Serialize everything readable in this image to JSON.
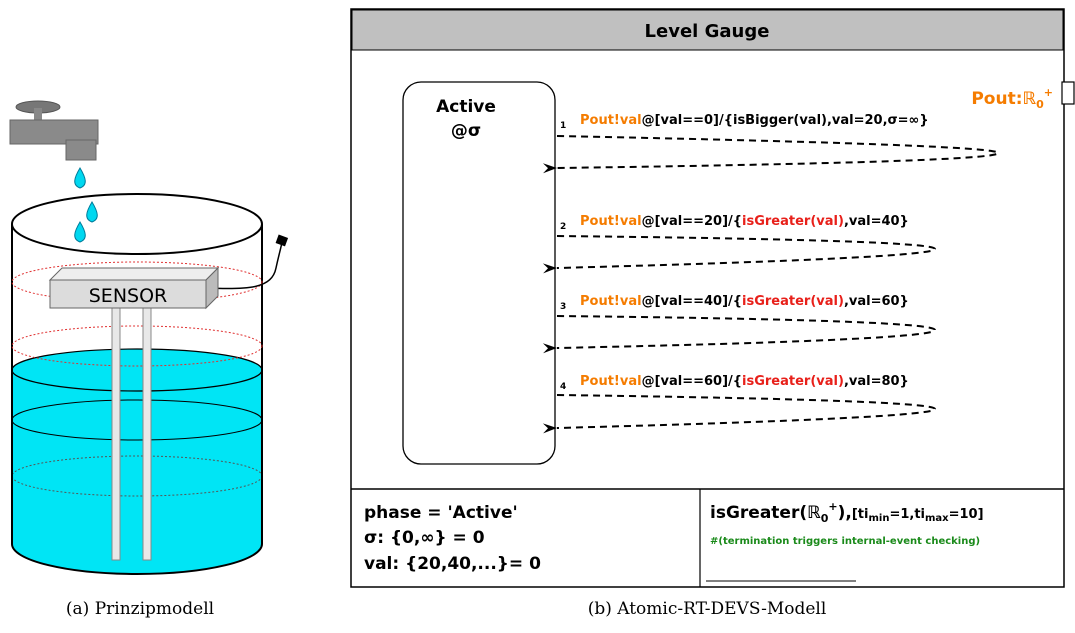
{
  "figure_a": {
    "sensor_label": "SENSOR",
    "caption": "(a) Prinzipmodell"
  },
  "figure_b": {
    "title": "Level Gauge",
    "port_label": "Pout:",
    "port_type": "ℝ",
    "port_sub": "0",
    "port_sup": "+",
    "state_name": "Active",
    "state_sigma": "@σ",
    "transitions": [
      {
        "num": "1",
        "out": "Pout!val",
        "guard": "@[val==0]/{isBigger(val),val=20,σ=∞}",
        "func": "",
        "rest": ""
      },
      {
        "num": "2",
        "out": "Pout!val",
        "guard": "@[val==20]/{",
        "func": "isGreater(val)",
        "rest": ",val=40}"
      },
      {
        "num": "3",
        "out": "Pout!val",
        "guard": "@[val==40]/{",
        "func": "isGreater(val)",
        "rest": ",val=60}"
      },
      {
        "num": "4",
        "out": "Pout!val",
        "guard": "@[val==60]/{",
        "func": "isGreater(val)",
        "rest": ",val=80}"
      }
    ],
    "vars": [
      "phase = 'Active'",
      "σ: {0,∞} = 0",
      "val: {20,40,...}= 0"
    ],
    "func_decl": {
      "name": "isGreater(",
      "type": "ℝ",
      "sub": "0",
      "sup": "+",
      "close": "),",
      "params_open": "[ti",
      "min_sub": "min",
      "mid": "=1,ti",
      "max_sub": "max",
      "params_close": "=10]"
    },
    "comment": "#(termination triggers internal-event checking)",
    "caption": "(b) Atomic-RT-DEVS-Modell"
  },
  "colors": {
    "water": "#00e5f5",
    "orange": "#f57c00",
    "red": "#e8201a",
    "green": "#1a8a1a",
    "header": "#c0c0c0"
  }
}
